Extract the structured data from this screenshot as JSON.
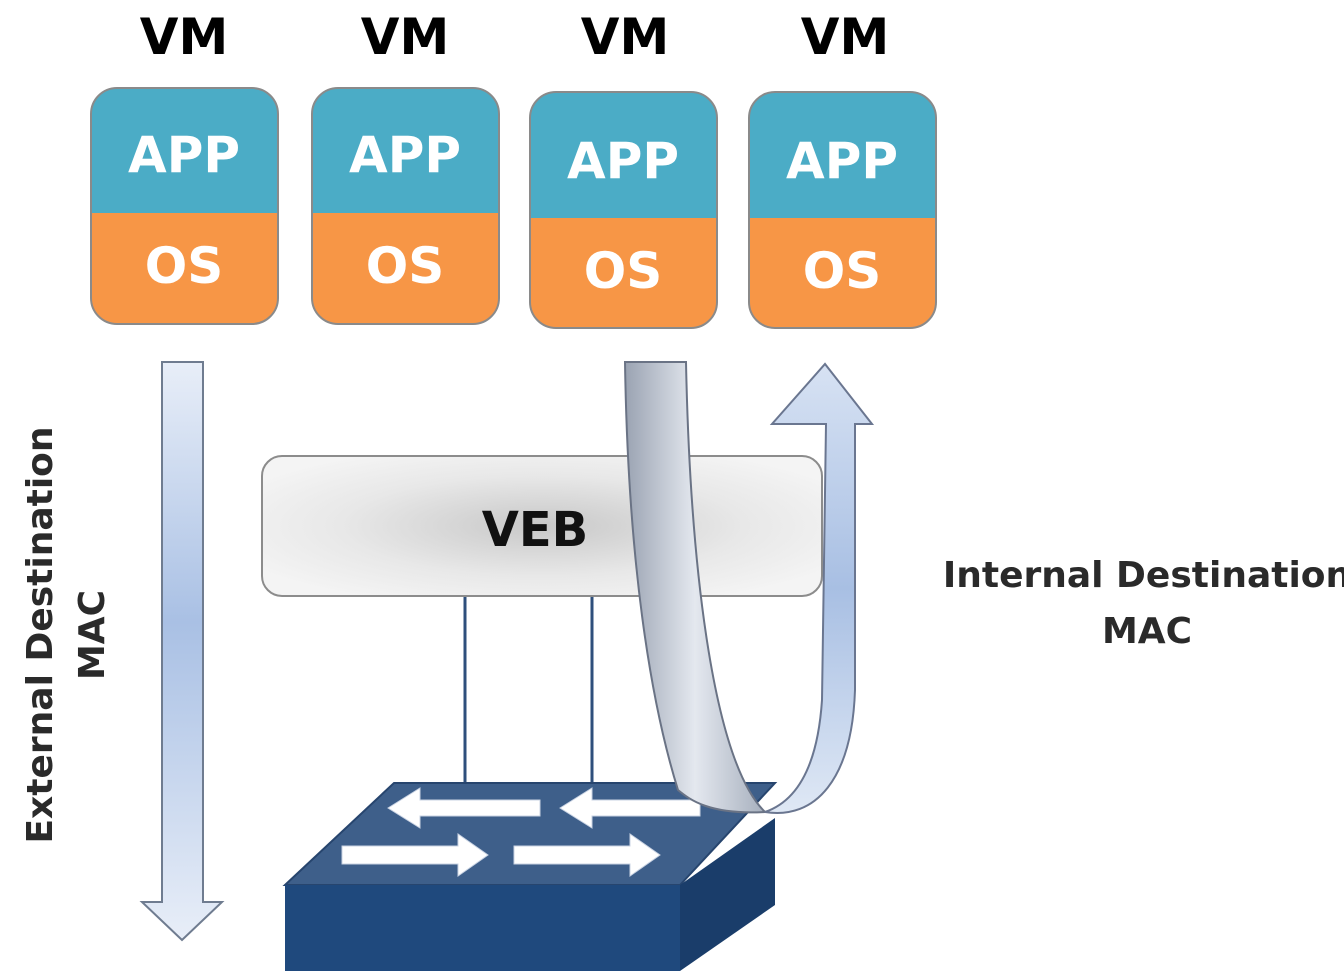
{
  "vms": [
    {
      "title": "VM",
      "app_label": "APP",
      "os_label": "OS"
    },
    {
      "title": "VM",
      "app_label": "APP",
      "os_label": "OS"
    },
    {
      "title": "VM",
      "app_label": "APP",
      "os_label": "OS"
    },
    {
      "title": "VM",
      "app_label": "APP",
      "os_label": "OS"
    }
  ],
  "bridge": {
    "label": "VEB"
  },
  "external_path": {
    "line1": "External Destination",
    "line2": "MAC"
  },
  "internal_path": {
    "line1": "Internal Destination",
    "line2": "MAC"
  },
  "colors": {
    "app_layer": "#4BACC6",
    "os_layer": "#F79646",
    "switch_top": "#3E5F8A",
    "switch_front": "#1F497D",
    "arrow_fill": "#DCE6F2",
    "veb_fill": "#E6E6E6"
  }
}
